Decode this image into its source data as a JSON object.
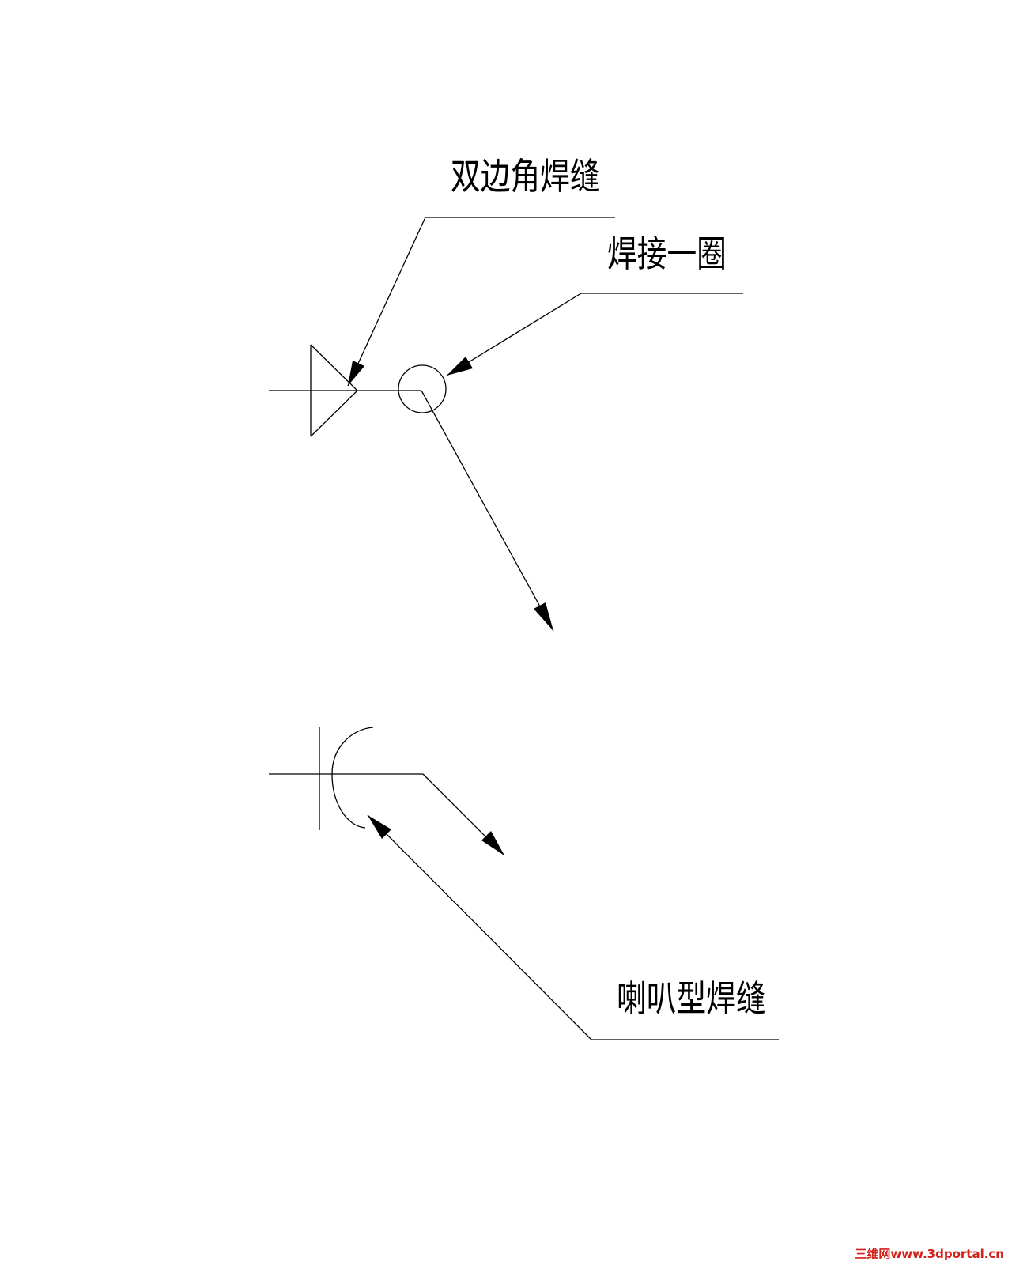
{
  "labels": {
    "double_fillet_weld": "双边角焊缝",
    "weld_all_around": "焊接一圈",
    "flare_weld": "喇叭型焊缝"
  },
  "watermark": "三维网www.3dportal.cn",
  "colors": {
    "line": "#000000",
    "background": "#ffffff",
    "watermark": "#d2201a"
  }
}
